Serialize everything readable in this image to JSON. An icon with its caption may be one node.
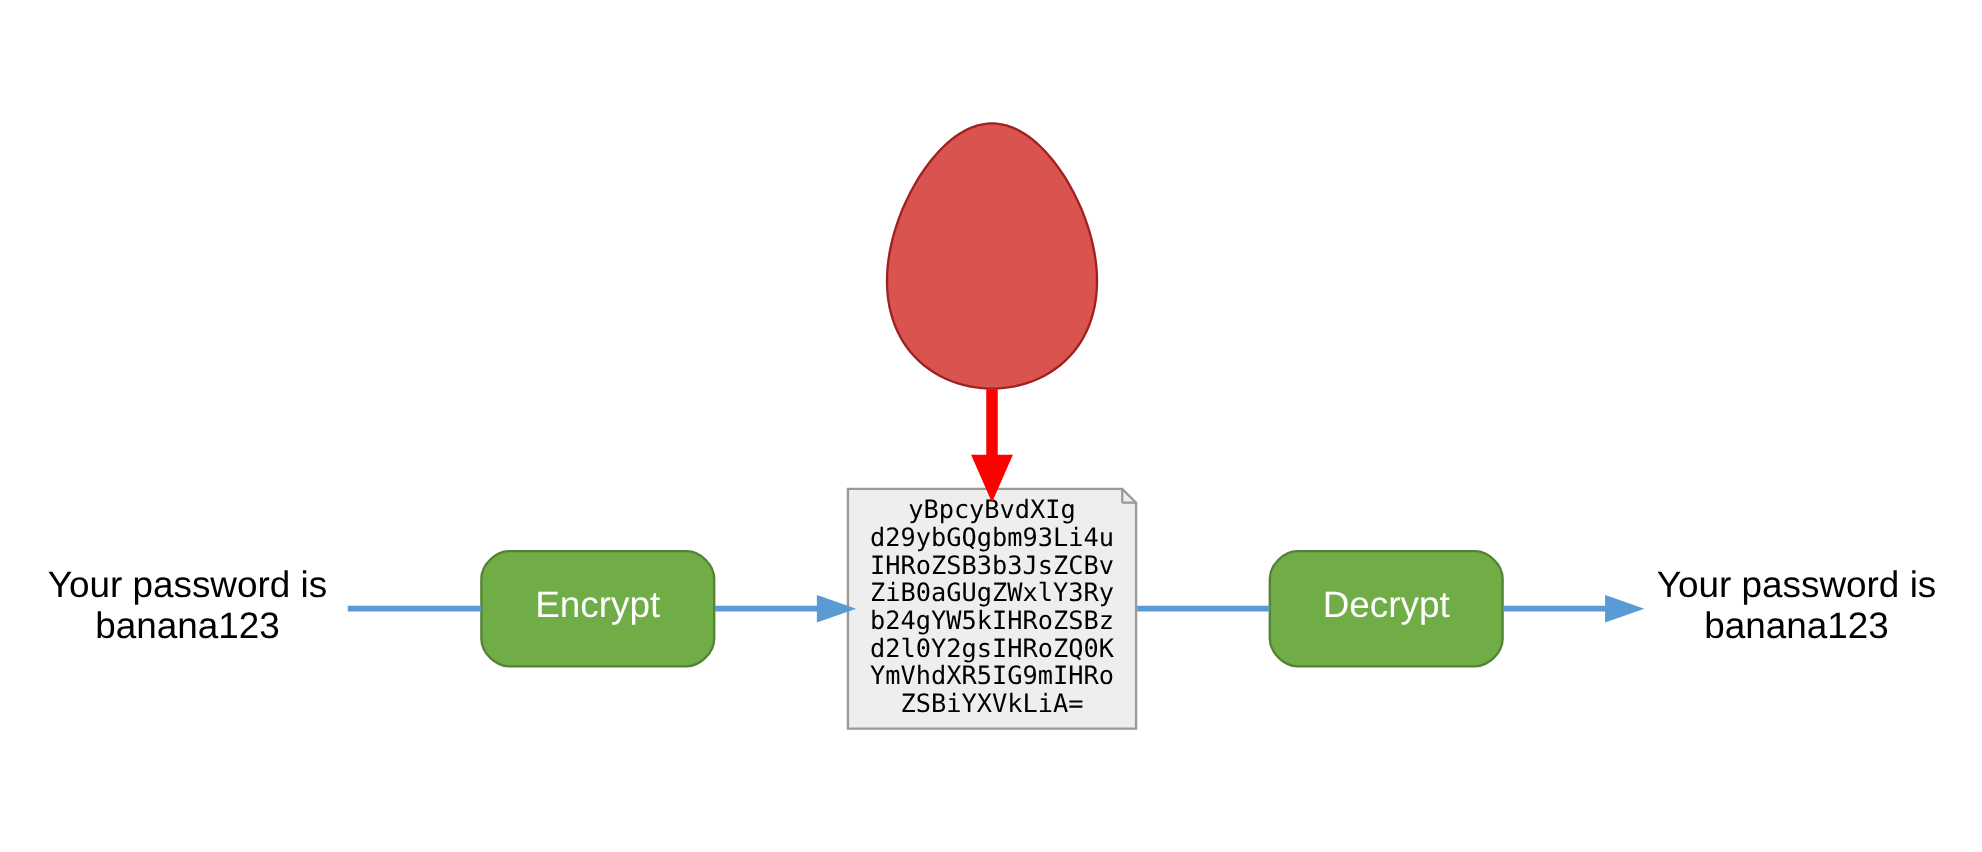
{
  "diagram": {
    "nodes": [
      {
        "text": [
          "Your password is banana123"
        ]
      },
      {
        "text": [
          "Encrypt"
        ]
      },
      {
        "text": [
          "yBpcyBvdXIg d29ybGQgbm93Li4u IHRoZSB3b3JsZCBv ZiB0aGUgZWxlY3Ry b24gYW5kIHRoZSBz d2l0Y2gsIHRoZQ0K YmVhdXR5IG9mIHRo ZSBiYXVkLiA="
        ]
      },
      {
        "text": [
          "Decrypt"
        ]
      },
      {
        "text": [
          "Your password is banana123"
        ]
      },
      {
        "text": [],
        "shape": "person"
      }
    ],
    "edges": [
      {
        "from": 0,
        "to": 1,
        "arrow": "none"
      },
      {
        "from": 1,
        "to": 2,
        "arrow": "to"
      },
      {
        "from": 2,
        "to": 3,
        "arrow": "none"
      },
      {
        "from": 3,
        "to": 4,
        "arrow": "to"
      },
      {
        "from": 5,
        "to": 2,
        "arrow": "to",
        "style": "thick",
        "color": "#ff0000"
      }
    ]
  }
}
